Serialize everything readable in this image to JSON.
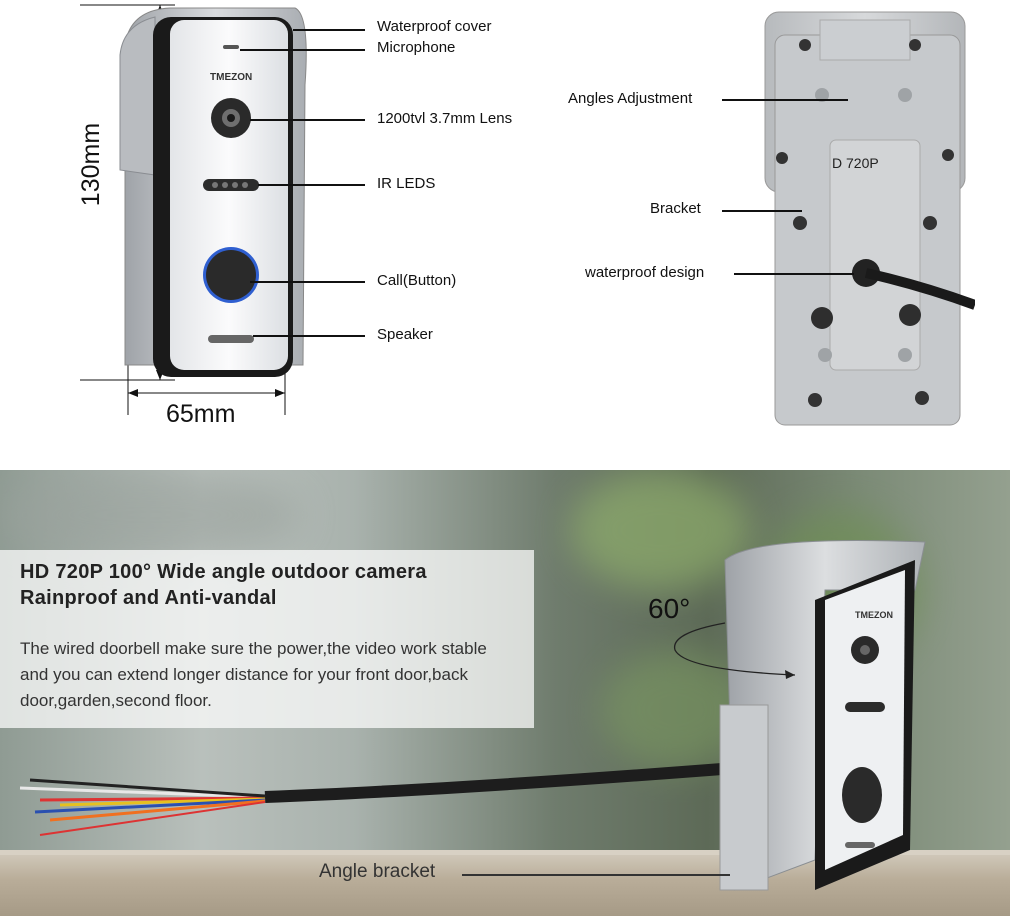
{
  "diagram": {
    "labels": {
      "waterproof_cover": "Waterproof cover",
      "microphone": "Microphone",
      "lens": "1200tvl 3.7mm Lens",
      "ir_leds": "IR LEDS",
      "call_button": "Call(Button)",
      "speaker": "Speaker",
      "angles_adjustment": "Angles Adjustment",
      "bracket": "Bracket",
      "waterproof_design": "waterproof design"
    },
    "dimensions": {
      "height": "130mm",
      "width": "65mm"
    },
    "brand": "TMEZON",
    "back_label": "D 720P"
  },
  "banner": {
    "headline_line1": "HD 720P 100° Wide angle outdoor camera",
    "headline_line2": "Rainproof and Anti-vandal",
    "description_line1": "The wired doorbell make sure the power,the video work stable",
    "description_line2": "and you can extend longer distance for your front door,back",
    "description_line3": "door,garden,second floor.",
    "angle_label": "60°",
    "angle_bracket_label": "Angle bracket"
  },
  "colors": {
    "device_silver": "#c9ccd0",
    "face_white": "#f2f3f5",
    "button_ring": "#2f5fd0"
  }
}
